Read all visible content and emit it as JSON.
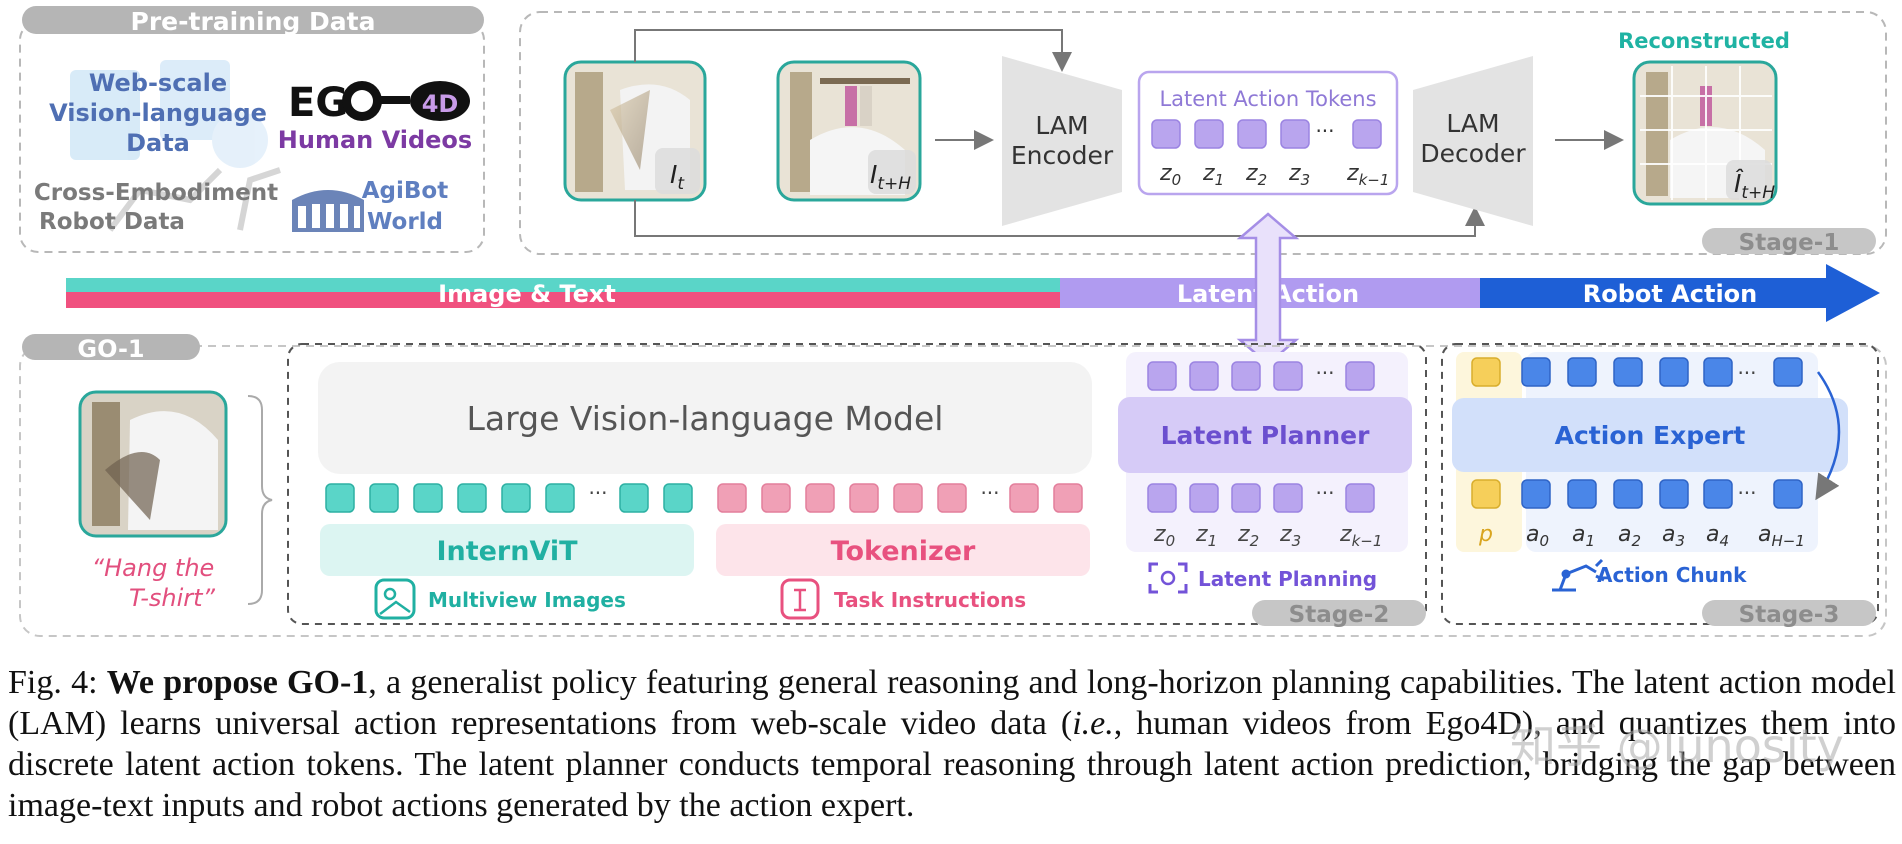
{
  "pretrain": {
    "badge": "Pre-training Data",
    "web_line1": "Web-scale",
    "web_line2": "Vision-language",
    "web_line3": "Data",
    "ego_prefix": "EG",
    "ego_4d": "4D",
    "human_videos": "Human Videos",
    "cross_line1": "Cross-Embodiment",
    "cross_line2": "Robot Data",
    "agibot_line1": "AgiBot",
    "agibot_line2": "World"
  },
  "stage1": {
    "frame1_label": "I",
    "frame1_sub": "t",
    "frame2_label": "I",
    "frame2_sub": "t+H",
    "encoder_line1": "LAM",
    "encoder_line2": "Encoder",
    "tokens_title": "Latent Action Tokens",
    "token_ellipsis": "···",
    "token_labels": [
      "z",
      "z",
      "z",
      "z",
      "z"
    ],
    "token_subs": [
      "0",
      "1",
      "2",
      "3",
      "k−1"
    ],
    "decoder_line1": "LAM",
    "decoder_line2": "Decoder",
    "reconstructed": "Reconstructed",
    "recon_label": "Î",
    "recon_sub": "t+H",
    "badge": "Stage-1"
  },
  "arrow_bar": {
    "segment1": "Image & Text",
    "segment2": "Latent Action",
    "segment3": "Robot Action"
  },
  "go1": {
    "badge": "GO-1",
    "instruction_line1": "“Hang the",
    "instruction_line2": "T-shirt”"
  },
  "stage2": {
    "vlm_title": "Large Vision-language Model",
    "ellipsis": "···",
    "internvit": "InternViT",
    "tokenizer": "Tokenizer",
    "multiview": "Multiview Images",
    "task_instructions": "Task Instructions",
    "latent_planner": "Latent Planner",
    "z_labels": [
      "z",
      "z",
      "z",
      "z",
      "z"
    ],
    "z_subs": [
      "0",
      "1",
      "2",
      "3",
      "k−1"
    ],
    "latent_planning": "Latent Planning",
    "badge": "Stage-2"
  },
  "stage3": {
    "action_expert": "Action Expert",
    "ellipsis": "···",
    "p_label": "p",
    "a_labels": [
      "a",
      "a",
      "a",
      "a",
      "a",
      "a"
    ],
    "a_subs": [
      "0",
      "1",
      "2",
      "3",
      "4",
      "H−1"
    ],
    "action_chunk": "Action Chunk",
    "badge": "Stage-3"
  },
  "caption": {
    "fig_label": "Fig. 4: ",
    "bold_lead": "We propose GO-1",
    "text1": ", a generalist policy featuring general reasoning and long-horizon planning capabilities. The latent action model (LAM) learns universal action representations from web-scale video data (",
    "ie": "i.e.",
    "text2": ", human videos from Ego4D), and quantizes them into discrete latent action tokens. The latent planner conducts temporal reasoning through latent action prediction, bridging the gap between image-text inputs and robot actions generated by the action expert."
  },
  "watermark": "知乎 @lunosity",
  "colors": {
    "teal": "#3fd1c5",
    "pink": "#f0a0b6",
    "purple": "#b9a5ee",
    "blue": "#4a86e8",
    "robot_blue": "#1e5fd6",
    "yellow": "#f6cf5a",
    "gray_badge": "#b5b5b5"
  }
}
